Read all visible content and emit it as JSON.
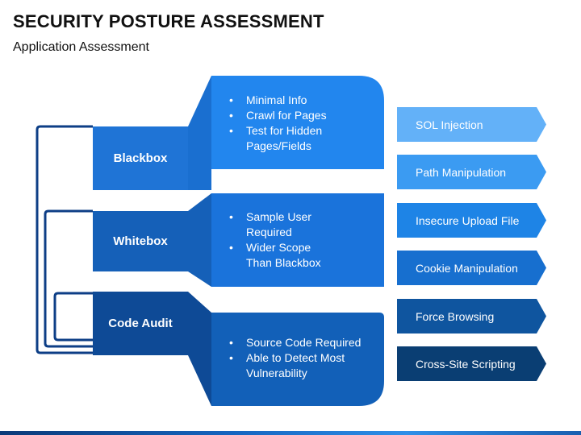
{
  "header": {
    "title": "SECURITY POSTURE ASSESSMENT",
    "subtitle": "Application Assessment"
  },
  "categories": [
    {
      "label": "Blackbox",
      "color_label": "#1f74d6",
      "color_card": "#2286ee",
      "bullets": [
        "Minimal Info",
        "Crawl for Pages",
        "Test for Hidden Pages/Fields"
      ]
    },
    {
      "label": "Whitebox",
      "color_label": "#1560b8",
      "color_card": "#1a73db",
      "bullets": [
        "Sample User Required",
        "Wider Scope Than Blackbox"
      ]
    },
    {
      "label": "Code Audit",
      "color_label": "#0e4a96",
      "color_card": "#1260b8",
      "bullets": [
        "Source Code Required",
        "Able to Detect Most Vulnerability"
      ]
    }
  ],
  "connector_color": "#0d3e86",
  "attacks": [
    {
      "label": "SOL Injection",
      "color": "#63b1f8"
    },
    {
      "label": "Path Manipulation",
      "color": "#3b9bf2"
    },
    {
      "label": "Insecure Upload File",
      "color": "#1e84e6"
    },
    {
      "label": "Cookie Manipulation",
      "color": "#176fcf"
    },
    {
      "label": "Force Browsing",
      "color": "#0f559f"
    },
    {
      "label": "Cross-Site Scripting",
      "color": "#0a3e73"
    }
  ]
}
